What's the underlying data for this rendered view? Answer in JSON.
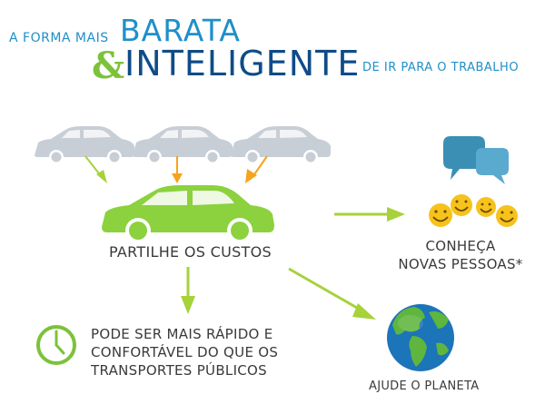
{
  "header": {
    "prefix": "A FORMA MAIS",
    "word1": "BARATA",
    "ampersand": "&",
    "word2": "INTELIGENTE",
    "suffix": "DE IR PARA O TRABALHO"
  },
  "labels": {
    "share_costs": "PARTILHE OS CUSTOS",
    "meet_line1": "CONHEÇA",
    "meet_line2": "NOVAS PESSOAS*",
    "faster_line1": "PODE SER MAIS RÁPIDO E",
    "faster_line2": "CONFORTÁVEL DO QUE OS",
    "faster_line3": "TRANSPORTES PÚBLICOS",
    "planet": "AJUDE O PLANETA"
  },
  "colors": {
    "header_blue": "#1f8fc9",
    "header_navy": "#0e4c88",
    "brand_green": "#7cc23a",
    "grey_car": "#c8ced6",
    "arrow_orange": "#f5a41c",
    "bubble_blue": "#3b8fb4",
    "smiley_yellow": "#f6c21c",
    "globe_blue": "#1c74b9"
  },
  "icons": [
    "car-icon",
    "arrow-icon",
    "speech-bubble-icon",
    "smiley-icon",
    "clock-icon",
    "globe-icon"
  ]
}
